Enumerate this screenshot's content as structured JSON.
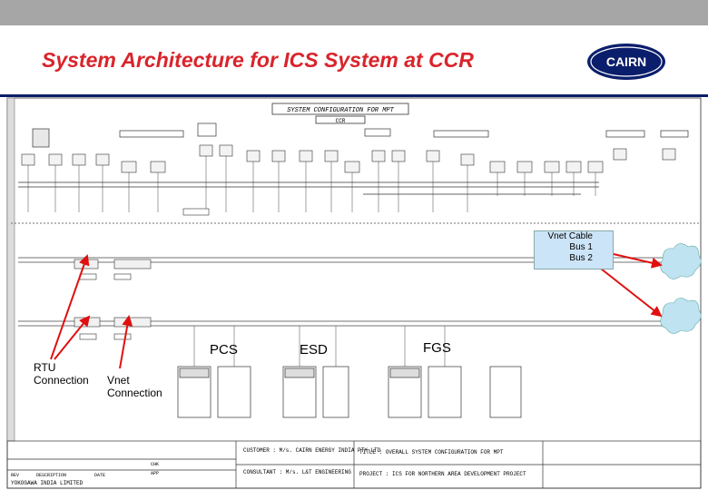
{
  "header": {
    "title": "System Architecture for ICS System at CCR",
    "logo_text": "CAIRN"
  },
  "drawing": {
    "frame_title": "SYSTEM CONFIGURATION FOR MPT",
    "subtitle": "CCR"
  },
  "labels": {
    "pcs": "PCS",
    "esd": "ESD",
    "fgs": "FGS",
    "rtu_line1": "RTU",
    "rtu_line2": "Connection",
    "vnet_line1": "Vnet",
    "vnet_line2": "Connection"
  },
  "vnet_legend": {
    "line1": "Vnet Cable",
    "line2": "Bus 1",
    "line3": "Bus 2"
  },
  "title_block": {
    "customer": "CUSTOMER : M/s. CAIRN ENERGY INDIA PTY LTD",
    "consultant": "CONSULTANT : M/s. L&T ENGINEERING",
    "title": "TITLE : OVERALL SYSTEM CONFIGURATION FOR MPT",
    "project": "PROJECT : ICS FOR NORTHERN AREA DEVELOPMENT PROJECT",
    "company": "YOKOGAWA INDIA LIMITED",
    "row_rev": "REV",
    "row_desc": "DESCRIPTION",
    "row_date": "DATE",
    "row_chk": "CHK",
    "row_app": "APP"
  },
  "colors": {
    "title": "#d9242b",
    "header_rule": "#0b1e6b",
    "topbar": "#a6a6a6",
    "arrow": "#e01010",
    "legend_fill": "#cce4f7",
    "cloud": "#bfe3f0"
  }
}
